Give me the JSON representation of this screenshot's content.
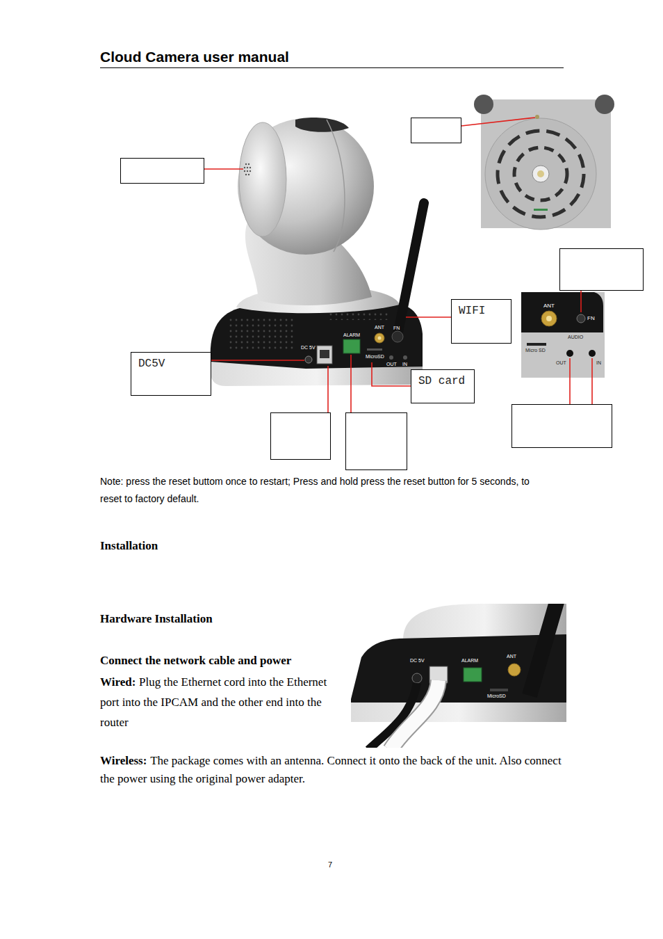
{
  "diagram": {
    "title": "Cloud Camera user manual",
    "nodes": [
      {
        "text": [
          "WIFI"
        ]
      },
      {
        "text": [
          "DC5V"
        ]
      },
      {
        "text": [
          "SD card"
        ]
      }
    ],
    "labels": [
      "DC 5V",
      "ALARM",
      "ANT",
      "FN",
      "MicroSD",
      "OUT",
      "IN",
      "ANT",
      "FN",
      "AUDIO",
      "Micro SD",
      "OUT",
      "IN",
      "Note: press the reset buttom once to restart; Press and hold press the reset button for 5 seconds, to reset to factory default.",
      "Installation",
      "Hardware Installation",
      "Connect the network cable and power",
      "Wired:",
      "Plug the Ethernet cord into the Ethernet port into the IPCAM and the other end into the router",
      "Wireless:",
      "The package comes with an antenna. Connect it onto the back of the unit. Also connect the power using the original power adapter.",
      "DC 5V",
      "ALARM",
      "ANT",
      "MicroSD",
      "7"
    ]
  }
}
